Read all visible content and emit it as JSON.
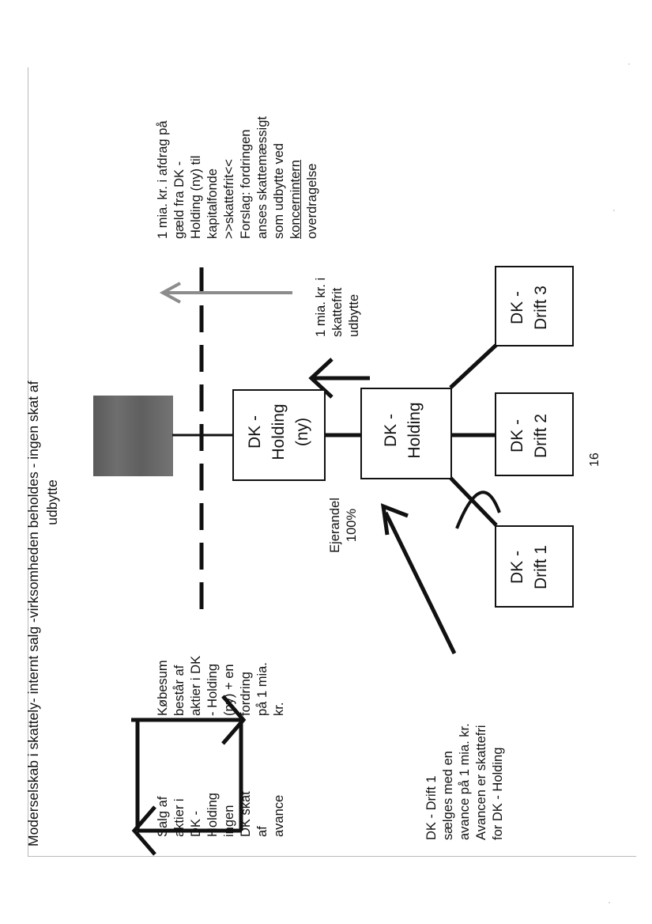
{
  "title": "Moderselskab i skattely- internt salg -virksomheden beholdes - ingen skat af udbytte",
  "title_lines": [
    "Moderselskab i skattely- internt salg -virksomheden beholdes - ingen skat af",
    "udbytte"
  ],
  "boxes": {
    "holding_ny": {
      "lines": [
        "DK -",
        "Holding",
        "(ny)"
      ]
    },
    "holding": {
      "lines": [
        "DK -",
        "Holding"
      ]
    },
    "drift1": {
      "lines": [
        "DK -",
        "Drift 1"
      ]
    },
    "drift2": {
      "lines": [
        "DK -",
        "Drift 2"
      ]
    },
    "drift3": {
      "lines": [
        "DK -",
        "Drift 3"
      ]
    }
  },
  "notes": {
    "salg": {
      "lines": [
        "Salg af",
        "aktier i",
        "DK -",
        "Holding",
        "ingen",
        "DK skat",
        "af",
        "avance"
      ]
    },
    "kobesum": {
      "lines": [
        "Købesum",
        "består af",
        "aktier i DK",
        "- Holding",
        "(ny) + en",
        "fordring",
        "på 1 mia.",
        "kr."
      ]
    },
    "drift1_note": {
      "lines": [
        "DK - Drift 1",
        "sælges med en",
        "avance på 1 mia. kr.",
        "Avancen er skattefri",
        "for DK - Holding"
      ]
    },
    "ejerandel": {
      "lines": [
        "Ejerandel",
        "100%"
      ]
    },
    "udbytte": {
      "lines": [
        "1 mia. kr. i",
        "skattefrit",
        "udbytte"
      ]
    },
    "afdrag": {
      "lines": [
        "1 mia. kr. i afdrag på",
        "gæld fra DK -",
        "Holding (ny) til",
        "kapitalfonde",
        ">>skattefrit<<",
        "Forslag: fordringen",
        "anses skattemæssigt",
        "som udbytte ved"
      ],
      "underlined": "koncernintern",
      "last": "overdragelse"
    }
  },
  "page_number": "16",
  "colors": {
    "ink": "#111111",
    "gray_arrow": "#8c8c8c",
    "shaded_block": "#6a6a6a",
    "frame": "#b9b9b9"
  }
}
